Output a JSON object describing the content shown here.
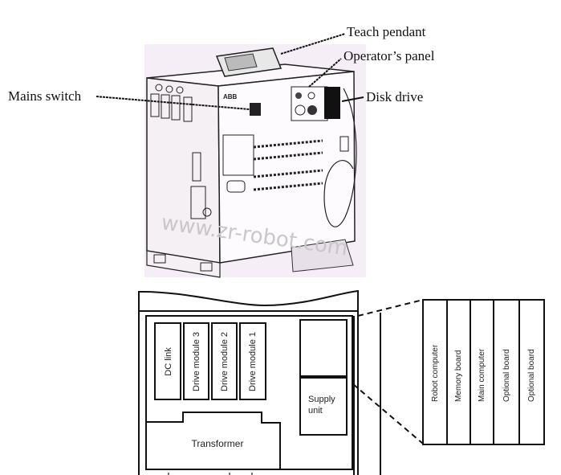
{
  "callouts": {
    "teach_pendant": "Teach pendant",
    "operators_panel": "Operator’s panel",
    "mains_switch": "Mains switch",
    "disk_drive": "Disk drive"
  },
  "cabinet": {
    "logo": "ABB",
    "background_color": "#f6eef6"
  },
  "layout_diagram": {
    "modules": [
      "DC link",
      "Drive module 3",
      "Drive module 2",
      "Drive module 1"
    ],
    "supply_unit": "Supply unit",
    "transformer": "Transformer"
  },
  "boards": [
    "Robot computer",
    "Memory board",
    "Main computer",
    "Optional board",
    "Optional board"
  ],
  "watermark": "www.zr-robot.com"
}
